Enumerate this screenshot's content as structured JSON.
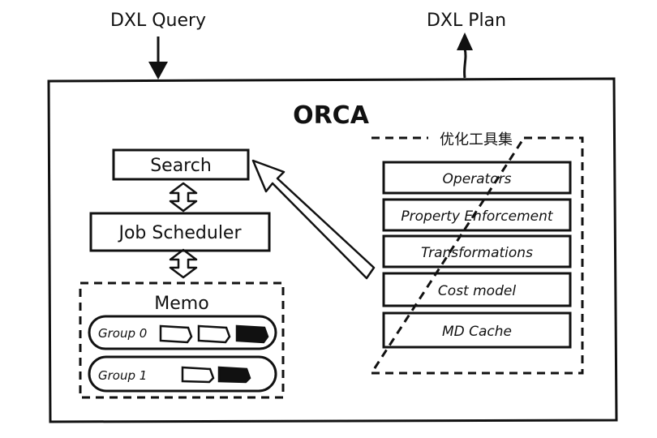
{
  "inputs": {
    "query_label": "DXL Query",
    "plan_label": "DXL Plan"
  },
  "orca": {
    "title": "ORCA"
  },
  "search": {
    "label": "Search"
  },
  "job_scheduler": {
    "label": "Job Scheduler"
  },
  "memo": {
    "title": "Memo",
    "groups": [
      {
        "label": "Group 0"
      },
      {
        "label": "Group 1"
      }
    ]
  },
  "toolkit": {
    "title": "优化工具集",
    "items": [
      {
        "label": "Operators"
      },
      {
        "label": "Property Enforcement"
      },
      {
        "label": "Transformations"
      },
      {
        "label": "Cost model"
      },
      {
        "label": "MD Cache"
      }
    ]
  }
}
